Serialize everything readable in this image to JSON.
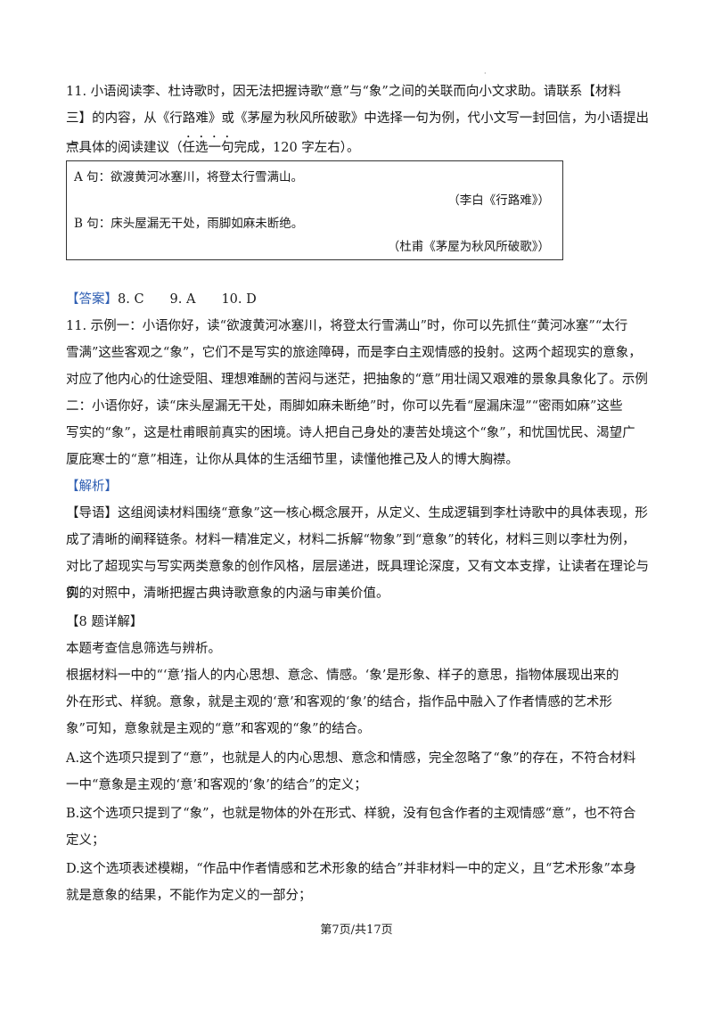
{
  "q11": {
    "line1": "11. 小语阅读李、杜诗歌时，因无法把握诗歌“意”与“象”之间的关联而向小文求助。请联系【材料",
    "line2": "三】的内容，从《行路难》或《茅屋为秋风所破歌》中选择一句为例，代小文写一封回信，为小语提出一",
    "line3_pre": "点具体的阅读建议（",
    "line3_dot": "任选一句",
    "line3_post": "完成，120 字左右）。"
  },
  "box": {
    "a_line": "A 句：欲渡黄河冰塞川，将登太行雪满山。",
    "a_source": "（李白《行路难》）",
    "b_line": "B 句：床头屋漏无干处，雨脚如麻未断绝。",
    "b_source": "（杜甫《茅屋为秋风所破歌》）"
  },
  "answer": {
    "label": "【答案】",
    "text": "8. C　　9. A　　10. D"
  },
  "a11": {
    "l1": "11. 示例一：小语你好，读“欲渡黄河冰塞川，将登太行雪满山”时，你可以先抓住“黄河冰塞”“太行",
    "l2": "雪满”这些客观之“象”，它们不是写实的旅途障碍，而是李白主观情感的投射。这两个超现实的意象，",
    "l3": "对应了他内心的仕途受阻、理想难酬的苦闷与迷茫，把抽象的“意”用壮阔又艰难的景象具象化了。示例",
    "l4": "二：小语你好，读“床头屋漏无干处，雨脚如麻未断绝”时，你可以先看“屋漏床湿”“密雨如麻”这些",
    "l5": "写实的“象”，这是杜甫眼前真实的困境。诗人把自己身处的凄苦处境这个“象”，和忧国忧民、渴望广",
    "l6": "厦庇寒士的“意”相连，让你从具体的生活细节里，读懂他推己及人的博大胸襟。"
  },
  "analysis_label": "【解析】",
  "guide": {
    "l1": "【导语】这组阅读材料围绕“意象”这一核心概念展开，从定义、生成逻辑到李杜诗歌中的具体表现，形",
    "l2": "成了清晰的阐释链条。材料一精准定义，材料二拆解“物象”到“意象”的转化，材料三则以李杜为例，",
    "l3": "对比了超现实与写实两类意象的创作风格，层层递进，既具理论深度，又有文本支撑，让读者在理论与实",
    "l4": "例的对照中，清晰把握古典诗歌意象的内涵与审美价值。"
  },
  "q8": {
    "title": "【8 题详解】",
    "intro": "本题考查信息筛选与辨析。",
    "p1_l1": "根据材料一中的“‘意’指人的内心思想、意念、情感。‘象’是形象、样子的意思，指物体展现出来的",
    "p1_l2": "外在形式、样貌。意象，就是主观的‘意’和客观的‘象’的结合，指作品中融入了作者情感的艺术形",
    "p1_l3": "象”可知，意象就是主观的“意”和客观的“象”的结合。",
    "a_l1": "A.这个选项只提到了“意”，也就是人的内心思想、意念和情感，完全忽略了“象”的存在，不符合材料",
    "a_l2": "一中“意象是主观的‘意’和客观的‘象’的结合”的定义；",
    "b_l1": "B.这个选项只提到了“象”，也就是物体的外在形式、样貌，没有包含作者的主观情感“意”，也不符合",
    "b_l2": "定义；",
    "d_l1": "D.这个选项表述模糊，“作品中作者情感和艺术形象的结合”并非材料一中的定义，且“艺术形象”本身",
    "d_l2": "就是意象的结果，不能作为定义的一部分；"
  },
  "footer": "第7页/共17页",
  "colors": {
    "label_blue": "#2f5fb3",
    "text": "#1a1a1a"
  }
}
